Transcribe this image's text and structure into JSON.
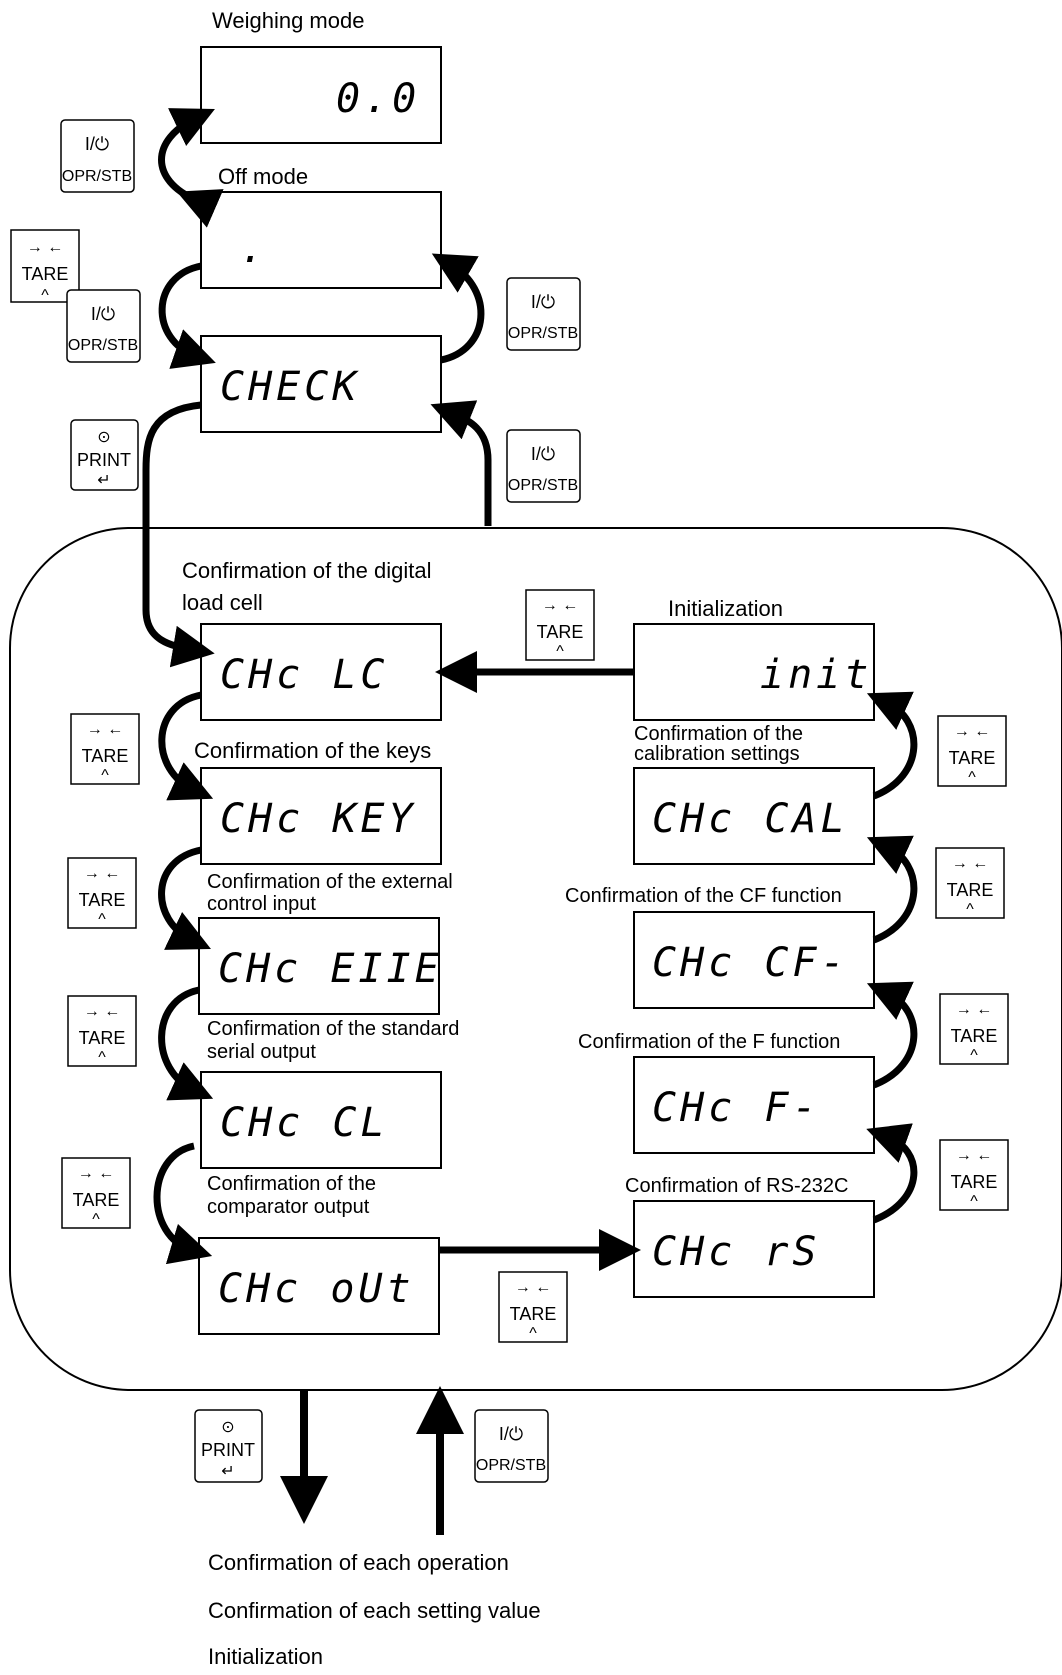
{
  "labels": {
    "weighing_mode": "Weighing mode",
    "off_mode": "Off mode",
    "load_cell": [
      "Confirmation of the digital",
      "load cell"
    ],
    "keys": "Confirmation of the keys",
    "external_input": [
      "Confirmation of the external",
      "control input"
    ],
    "serial_output": [
      "Confirmation of the standard",
      "serial output"
    ],
    "comparator_output": [
      "Confirmation of the",
      "comparator output"
    ],
    "initialization": "Initialization",
    "calibration": [
      "Confirmation of the",
      "calibration settings"
    ],
    "cf_function": "Confirmation of the CF function",
    "f_function": "Confirmation of the F function",
    "rs232c": "Confirmation of RS-232C"
  },
  "displays": {
    "weighing": "0.0",
    "off": ".",
    "check": "CHECK",
    "lc": "CHc LC",
    "keys": "CHc KEY",
    "ext": "CHc EIIE",
    "cl": "CHc CL",
    "out": "CHc oUt",
    "init": "init",
    "cal": "CHc CAL",
    "cf": "CHc CF-",
    "f": "CHc F-",
    "rs": "CHc rS"
  },
  "keys": {
    "opr_top": "I/⏻",
    "opr_bottom": "OPR/STB",
    "tare_top": "→ ←",
    "tare_label": "TARE",
    "tare_bottom": "^",
    "print_top": "⊙",
    "print_label": "PRINT",
    "print_bottom": "↵"
  },
  "bottom": {
    "line1": "Confirmation of each operation",
    "line2": "Confirmation of each setting value",
    "line3": "Initialization"
  }
}
